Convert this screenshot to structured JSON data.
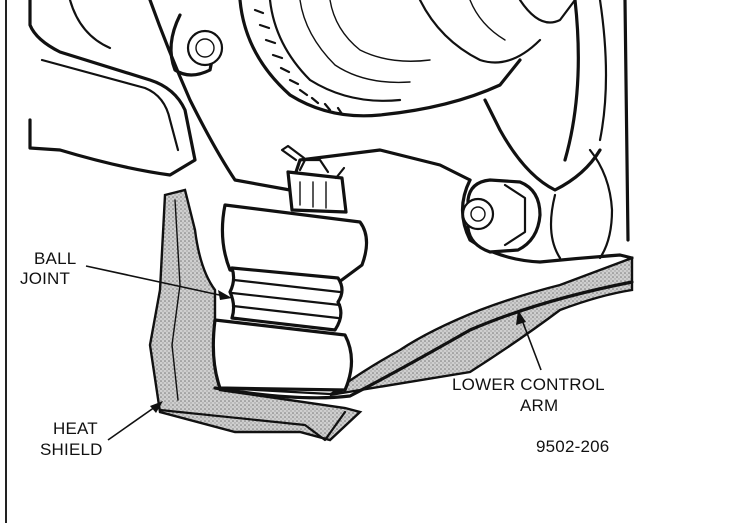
{
  "labels": {
    "ball_joint_line1": "BALL",
    "ball_joint_line2": "JOINT",
    "heat_shield_line1": "HEAT",
    "heat_shield_line2": "SHIELD",
    "lower_control_arm_line1": "LOWER CONTROL",
    "lower_control_arm_line2": "ARM",
    "figure_number": "9502-206"
  },
  "colors": {
    "ink": "#111111",
    "shading": "stipple-gray",
    "background": "#ffffff"
  }
}
